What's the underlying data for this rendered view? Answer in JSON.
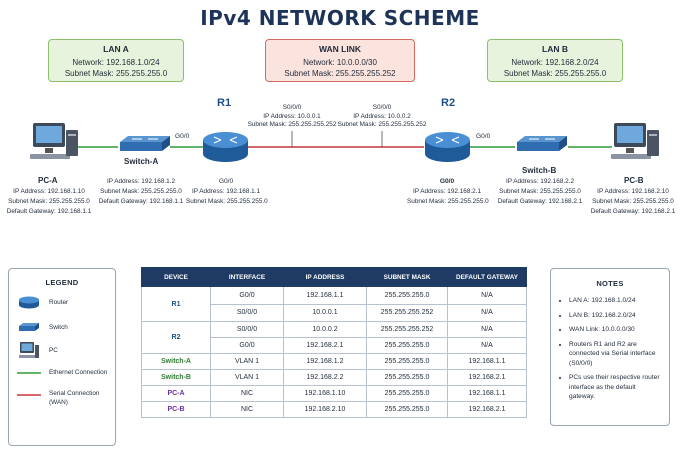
{
  "title": "IPv4 NETWORK SCHEME",
  "lan_a": {
    "title": "LAN A",
    "network": "Network: 192.168.1.0/24",
    "mask": "Subnet Mask: 255.255.255.0"
  },
  "wan": {
    "title": "WAN LINK",
    "network": "Network: 10.0.0.0/30",
    "mask": "Subnet Mask: 255.255.255.252"
  },
  "lan_b": {
    "title": "LAN B",
    "network": "Network: 192.168.2.0/24",
    "mask": "Subnet Mask: 255.255.255.0"
  },
  "pc_a": {
    "name": "PC-A",
    "ip": "IP Address: 192.168.1.10",
    "mask": "Subnet Mask: 255.255.255.0",
    "gw": "Default Gateway: 192.168.1.1"
  },
  "switch_a": {
    "name": "Switch-A",
    "ip": "IP Address: 192.168.1.2",
    "mask": "Subnet Mask: 255.255.255.0",
    "gw": "Default Gateway: 192.168.1.1"
  },
  "r1": {
    "name": "R1",
    "g_port": "G0/0",
    "s_port": "S0/0/0",
    "s_ip": "IP Address: 10.0.0.1",
    "s_mask": "Subnet Mask: 255.255.255.252",
    "g_label": "G0/0",
    "g_ip": "IP Address: 192.168.1.1",
    "g_mask": "Subnet Mask: 255.255.255.0"
  },
  "r2": {
    "name": "R2",
    "g_port": "G0/0",
    "s_port": "S0/0/0",
    "s_ip": "IP Address: 10.0.0.2",
    "s_mask": "Subnet Mask: 255.255.255.252",
    "g_label": "G0/0",
    "g_ip": "IP Address: 192.168.2.1",
    "g_mask": "Subnet Mask: 255.255.255.0"
  },
  "switch_b": {
    "name": "Switch-B",
    "ip": "IP Address: 192.168.2.2",
    "mask": "Subnet Mask: 255.255.255.0",
    "gw": "Default Gateway: 192.168.2.1"
  },
  "pc_b": {
    "name": "PC-B",
    "ip": "IP Address: 192.168.2.10",
    "mask": "Subnet Mask: 255.255.255.0",
    "gw": "Default Gateway: 192.168.2.1"
  },
  "legend": {
    "title": "LEGEND",
    "items": [
      "Router",
      "Switch",
      "PC",
      "Ethernet Connection",
      "Serial Connection\n(WAN)"
    ],
    "ethernet_color": "#2e9b3a",
    "serial_color": "#c8323c"
  },
  "table": {
    "headers": [
      "DEVICE",
      "INTERFACE",
      "IP ADDRESS",
      "SUBNET MASK",
      "DEFAULT GATEWAY"
    ],
    "rows": [
      {
        "device": "R1",
        "iface": "G0/0",
        "ip": "192.168.1.1",
        "mask": "255.255.255.0",
        "gw": "N/A"
      },
      {
        "device": "",
        "iface": "S0/0/0",
        "ip": "10.0.0.1",
        "mask": "255.255.255.252",
        "gw": "N/A"
      },
      {
        "device": "R2",
        "iface": "S0/0/0",
        "ip": "10.0.0.2",
        "mask": "255.255.255.252",
        "gw": "N/A"
      },
      {
        "device": "",
        "iface": "G0/0",
        "ip": "192.168.2.1",
        "mask": "255.255.255.0",
        "gw": "N/A"
      },
      {
        "device": "Switch-A",
        "iface": "VLAN 1",
        "ip": "192.168.1.2",
        "mask": "255.255.255.0",
        "gw": "192.168.1.1"
      },
      {
        "device": "Switch-B",
        "iface": "VLAN 1",
        "ip": "192.168.2.2",
        "mask": "255.255.255.0",
        "gw": "192.168.2.1"
      },
      {
        "device": "PC-A",
        "iface": "NIC",
        "ip": "192.168.1.10",
        "mask": "255.255.255.0",
        "gw": "192.168.1.1"
      },
      {
        "device": "PC-B",
        "iface": "NIC",
        "ip": "192.168.2.10",
        "mask": "255.255.255.0",
        "gw": "192.168.2.1"
      }
    ],
    "router_color": "#1d4f8a",
    "switch_color": "#2e7d32",
    "pc_color": "#6a2fa0"
  },
  "notes": {
    "title": "NOTES",
    "items": [
      "LAN A: 192.168.1.0/24",
      "LAN B: 192.168.2.0/24",
      "WAN Link: 10.0.0.0/30",
      "Routers R1 and R2 are connected via Serial interface (S0/0/0)",
      "PCs use their respective router interface as the default gateway."
    ]
  }
}
